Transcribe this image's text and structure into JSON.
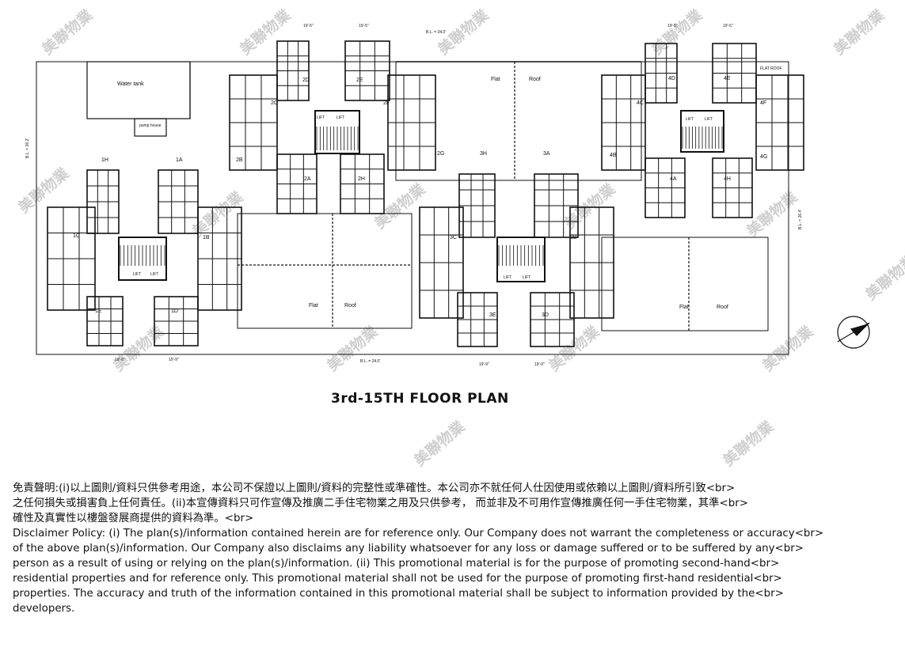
{
  "plan": {
    "title": "3rd-15TH FLOOR PLAN",
    "dimensions": {
      "top_overall": "B.L. = 24.0'",
      "bottom_overall": "B.L. = 24.0'",
      "left_side": "B.L. = 26.2'",
      "right_side": "B.L. = 26.4'",
      "top_a": "19'-5\"",
      "top_b": "19'-5\"",
      "top_c": "19'-5\"",
      "top_d": "19'-5\"",
      "bottom_a": "19'-9\"",
      "bottom_b": "19'-9\"",
      "bottom_c": "19'-9\"",
      "bottom_d": "19'-9\""
    },
    "labels": {
      "water_tank": "Water tank",
      "pump_house": "pump house",
      "flat_roof": "Flat",
      "roof": "Roof",
      "lift": "LIFT",
      "flat_roof_box": "FLAT ROOF"
    },
    "units": [
      "2D",
      "2E",
      "2C",
      "2F",
      "2B",
      "2G",
      "2A",
      "2H",
      "1H",
      "1A",
      "1C",
      "1B",
      "1E",
      "1D",
      "3H",
      "3A",
      "3C",
      "3B",
      "3E",
      "3D",
      "4D",
      "4E",
      "4C",
      "4F",
      "4B",
      "4G",
      "4A",
      "4H"
    ]
  },
  "disclaimer": {
    "lines": [
      "免責聲明:(i)以上圖則/資料只供參考用途，本公司不保證以上圖則/資料的完整性或準確性。本公司亦不就任何人仕因使用或依賴以上圖則/資料所引致<br>",
      "之任何損失或損害負上任何責任。(ii)本宣傳資料只可作宣傳及推廣二手住宅物業之用及只供參考， 而並非及不可用作宣傳推廣任何一手住宅物業，其準<br>",
      "確性及真實性以樓盤發展商提供的資料為準。<br>",
      "Disclaimer Policy: (i) The plan(s)/information contained herein are for reference only. Our Company does not warrant the completeness or accuracy<br>",
      "of the above plan(s)/information. Our Company also disclaims any liability whatsoever for any loss or damage suffered or to be suffered by any<br>",
      "person as a result of using or relying on the plan(s)/information. (ii) This promotional material is for the purpose of promoting second-hand<br>",
      "residential properties and for reference only. This promotional material shall not be used for the purpose of promoting first-hand residential<br>",
      "properties. The accuracy and truth of the information contained in this promotional material shall be subject to information provided by the<br>",
      "developers."
    ]
  },
  "watermark": {
    "text": "美聯物業",
    "color": "#cfcfcf"
  },
  "colors": {
    "ink": "#111111",
    "watermark": "#cfcfcf"
  }
}
